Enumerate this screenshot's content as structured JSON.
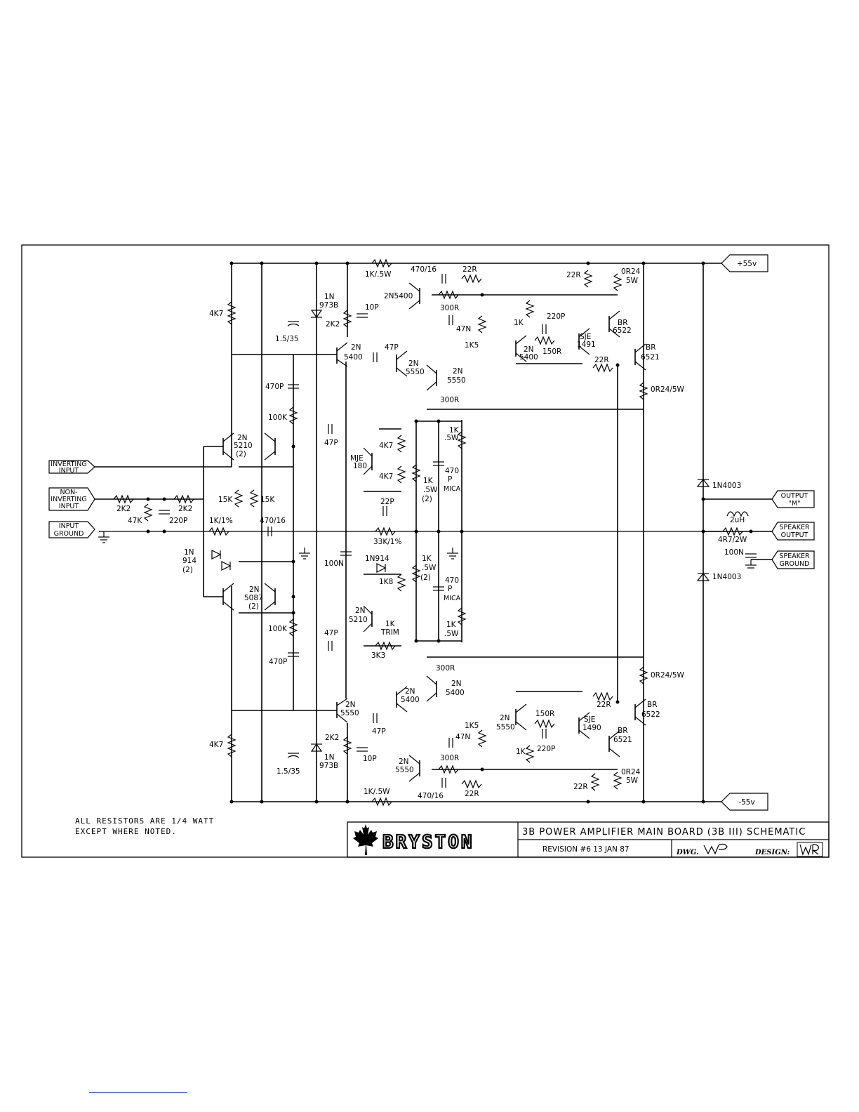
{
  "connectors": {
    "inverting_input": [
      "INVERTING",
      "INPUT"
    ],
    "non_inverting_input": [
      "NON-",
      "INVERTING",
      "INPUT"
    ],
    "input_ground": [
      "INPUT",
      "GROUND"
    ],
    "pos_supply": "+55v",
    "neg_supply": "-55v",
    "output_m": [
      "OUTPUT",
      "\"M\""
    ],
    "speaker_output": [
      "SPEAKER",
      "OUTPUT"
    ],
    "speaker_ground": [
      "SPEAKER",
      "GROUND"
    ]
  },
  "components": {
    "r_4k7_top": "4K7",
    "r_4k7_bot": "4K7",
    "c_1_5_35_top": "1.5/35",
    "c_1_5_35_bot": "1.5/35",
    "zener_top": [
      "1N",
      "973B"
    ],
    "zener_bot": [
      "1N",
      "973B"
    ],
    "r_2k2_top": "2K2",
    "r_2k2_bot": "2K2",
    "c_10p_top": "10P",
    "c_10p_bot": "10P",
    "r_1k_5w_top": "1K/.5W",
    "r_1k_5w_bot": "1K/.5W",
    "c_470_16_top": "470/16",
    "c_470_16_bot": "470/16",
    "r_22r_top": "22R",
    "r_22r_bot": "22R",
    "q_2n5400_top": "2N5400",
    "r_300r_top": "300R",
    "r_300r_bot": "300R",
    "c_47n_top": "47N",
    "c_47n_bot": "47N",
    "r_1k5_top": "1K5",
    "r_1k5_bot": "1K5",
    "r_1k_top": "1K",
    "r_1k_bot": "1K",
    "c_220p_top": "220P",
    "c_220p_bot": "220P",
    "r_150r_top": "150R",
    "r_150r_bot": "150R",
    "q_2n5400_drv": [
      "2N",
      "5400"
    ],
    "q_sje1491": [
      "SJE",
      "1491"
    ],
    "q_sje1490": [
      "SJE",
      "1490"
    ],
    "q_br6522_top": [
      "BR",
      "6522"
    ],
    "q_br6521_top": [
      "BR",
      "6521"
    ],
    "q_br6522_bot": [
      "BR",
      "6522"
    ],
    "q_br6521_bot": [
      "BR",
      "6521"
    ],
    "r_22r_supply_top": "22R",
    "r_22r_supply_bot": "22R",
    "r_0r24_top": [
      "0R24",
      "5W"
    ],
    "r_0r24_bot": [
      "0R24",
      "5W"
    ],
    "r_22r_emit_top": "22R",
    "r_22r_emit_bot": "22R",
    "r_0r24_5w_top": "0R24/5W",
    "r_0r24_5w_bot": "0R24/5W",
    "q_2n5400_vas": [
      "2N",
      "5400"
    ],
    "c_47p_vas": "47P",
    "q_2n5550_a": [
      "2N",
      "5550"
    ],
    "q_2n5550_b": [
      "2N",
      "5550"
    ],
    "r_300r_mid_top": "300R",
    "c_470p_top": "470P",
    "r_100k_top": "100K",
    "q_2n5210_pair": [
      "2N",
      "5210",
      "(2)"
    ],
    "c_47p_top": "47P",
    "q_mje180": [
      "MJE",
      "180"
    ],
    "r_4k7_mje_a": "4K7",
    "r_4k7_mje_b": "4K7",
    "r_1k_5w_fb_top": [
      "1K",
      ".5W",
      "(2)"
    ],
    "r_1k_5w_col_top": [
      "1K",
      ".5W"
    ],
    "c_470p_mica_top": [
      "470",
      "P",
      "MICA"
    ],
    "r_15k_a": "15K",
    "r_15k_b": "15K",
    "r_2k2_in_a": "2K2",
    "r_2k2_in_b": "2K2",
    "r_47k_in": "47K",
    "c_220p_in": "220P",
    "r_1k_1pct": "1K/1%",
    "c_470_16_in": "470/16",
    "c_22p_fb": "22P",
    "r_33k_1pct": "33K/1%",
    "d_1n914_pair": [
      "1N",
      "914",
      "(2)"
    ],
    "c_100n": "100N",
    "d_1n914": "1N914",
    "r_1k8": "1K8",
    "r_1k_5w_fb_bot": [
      "1K",
      ".5W",
      "(2)"
    ],
    "c_470p_mica_bot": [
      "470",
      "P",
      "MICA"
    ],
    "q_2n5087_pair": [
      "2N",
      "5087",
      "(2)"
    ],
    "q_2n5210_bias": [
      "2N",
      "5210"
    ],
    "r_1k_trim": [
      "1K",
      "TRIM"
    ],
    "r_1k_5w_col_bot": [
      "1K",
      ".5W"
    ],
    "r_100k_bot": "100K",
    "c_47p_bot": "47P",
    "r_3k3": "3K3",
    "c_470p_bot": "470P",
    "r_300r_mid_bot": "300R",
    "q_2n5550_vas": [
      "2N",
      "5550"
    ],
    "q_2n5400_c": [
      "2N",
      "5400"
    ],
    "q_2n5400_d": [
      "2N",
      "5400"
    ],
    "c_47p_vas_bot": "47P",
    "q_2n5550_drv": [
      "2N",
      "5550"
    ],
    "q_2n5550_bot": [
      "2N",
      "5550"
    ],
    "d_1n4003_top": "1N4003",
    "d_1n4003_bot": "1N4003",
    "l_2uh": "2uH",
    "r_4r7_2w": "4R7/2W",
    "c_100n_out": "100N"
  },
  "notes": [
    "ALL RESISTORS ARE 1/4 WATT",
    "EXCEPT WHERE NOTED."
  ],
  "title_block": {
    "brand": "BRYSTON",
    "title": "3B POWER AMPLIFIER MAIN BOARD (3B III) SCHEMATIC",
    "revision": "REVISION #6   13 JAN 87",
    "dwg_label": "DWG.",
    "design_label": "DESIGN:"
  }
}
